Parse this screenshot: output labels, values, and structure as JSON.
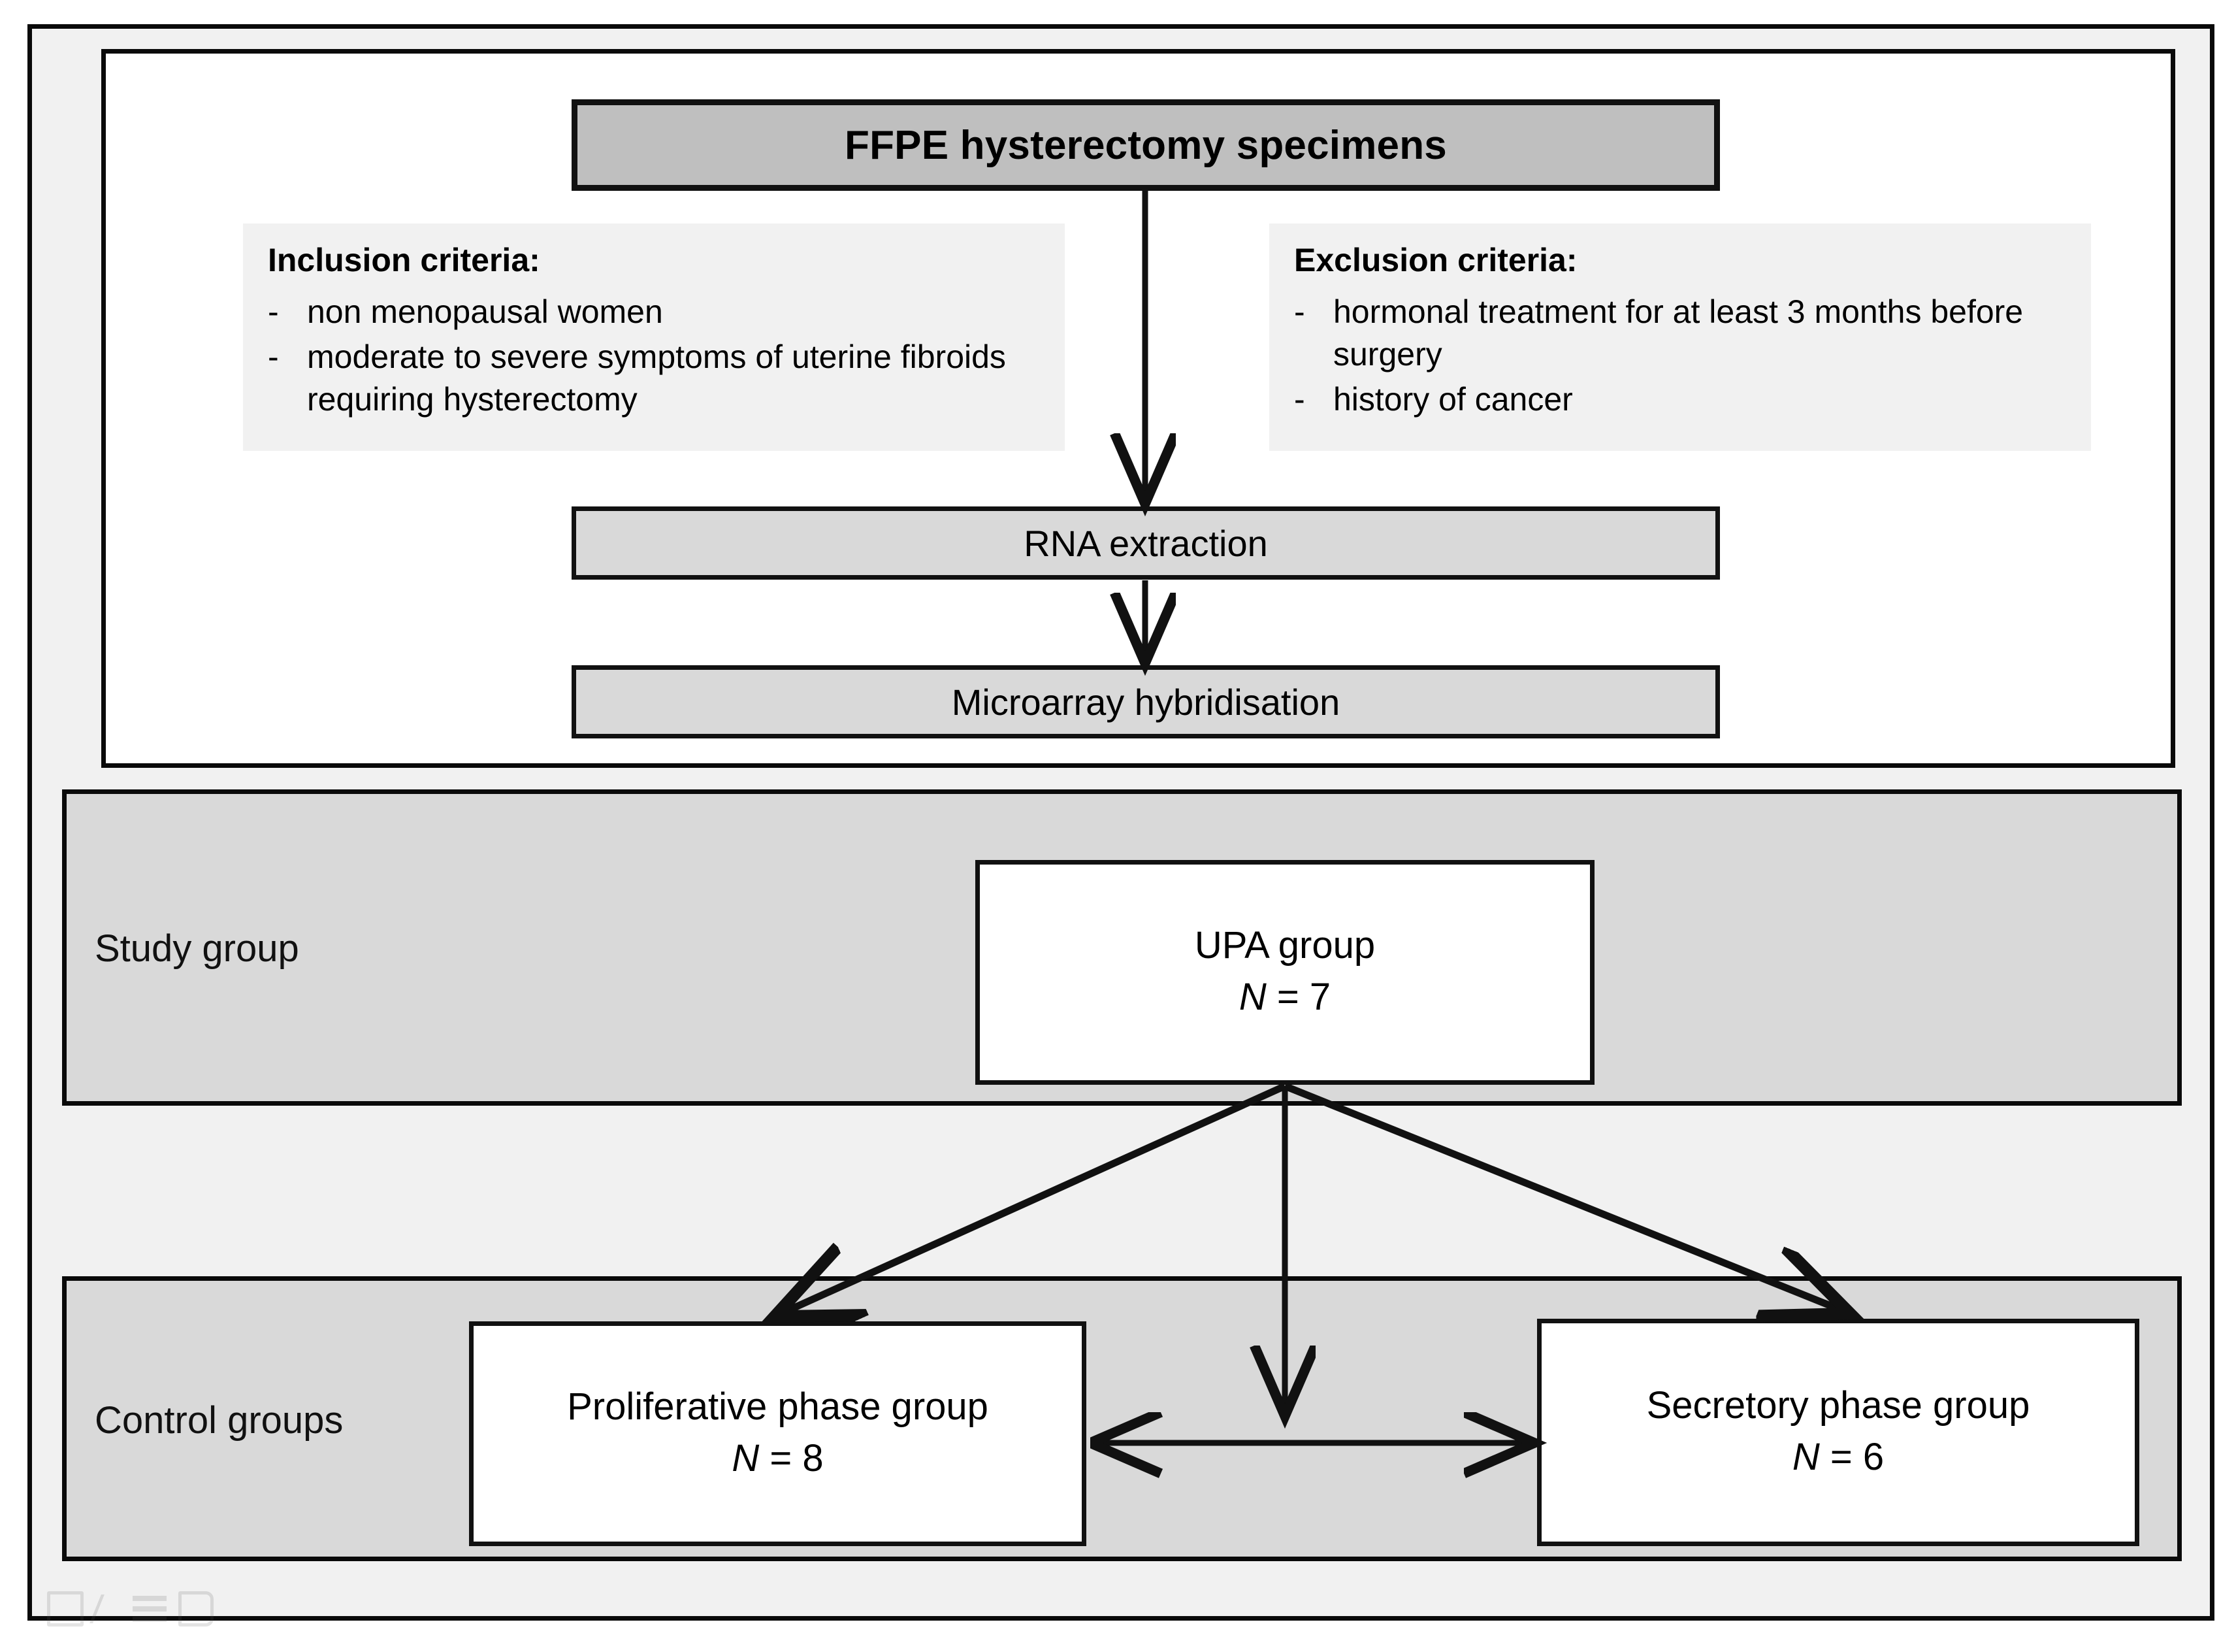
{
  "figure": {
    "type": "study-design-flowchart",
    "title": "Study design flowchart"
  },
  "colors": {
    "page_background": "#ffffff",
    "outer_frame_fill": "#f1f1f1",
    "panel_fill": "#ffffff",
    "header_box_fill": "#bfbfbf",
    "process_box_fill": "#d9d9d9",
    "band_fill": "#d9d9d9",
    "criteria_panel_fill": "#f1f1f1",
    "border": "#111111",
    "text": "#000000"
  },
  "header": {
    "label": "FFPE hysterectomy specimens"
  },
  "criteria": {
    "inclusion": {
      "title": "Inclusion criteria:",
      "bullet": "-",
      "items": [
        "non menopausal women",
        "moderate to severe symptoms of uterine fibroids requiring hysterectomy"
      ]
    },
    "exclusion": {
      "title": "Exclusion criteria:",
      "bullet": "-",
      "items": [
        "hormonal treatment for at least 3 months before surgery",
        "history of cancer"
      ]
    }
  },
  "process": {
    "steps": [
      {
        "label": "RNA extraction"
      },
      {
        "label": "Microarray hybridisation"
      }
    ]
  },
  "bands": {
    "study": {
      "label": "Study group"
    },
    "control": {
      "label": "Control groups"
    }
  },
  "groups": {
    "study_group": {
      "name": "UPA group",
      "n_symbol": "N",
      "n_text": " = 7",
      "n_value": 7
    },
    "control_groups": [
      {
        "name": "Proliferative phase group",
        "n_symbol": "N",
        "n_text": " = 8",
        "n_value": 8
      },
      {
        "name": "Secretory phase group",
        "n_symbol": "N",
        "n_text": " = 6",
        "n_value": 6
      }
    ]
  },
  "connectors": [
    {
      "from": "FFPE hysterectomy specimens",
      "to": "RNA extraction",
      "style": "single-arrow-down"
    },
    {
      "from": "RNA extraction",
      "to": "Microarray hybridisation",
      "style": "single-arrow-down"
    },
    {
      "from": "UPA group",
      "to": "Proliferative phase group",
      "style": "single-arrow-diagonal-left"
    },
    {
      "from": "UPA group",
      "to": "Secretory phase group",
      "style": "single-arrow-diagonal-right"
    },
    {
      "from": "UPA group",
      "to": "comparison-axis",
      "style": "single-arrow-down"
    },
    {
      "from": "Proliferative phase group",
      "to": "Secretory phase group",
      "style": "double-headed-horizontal"
    }
  ]
}
